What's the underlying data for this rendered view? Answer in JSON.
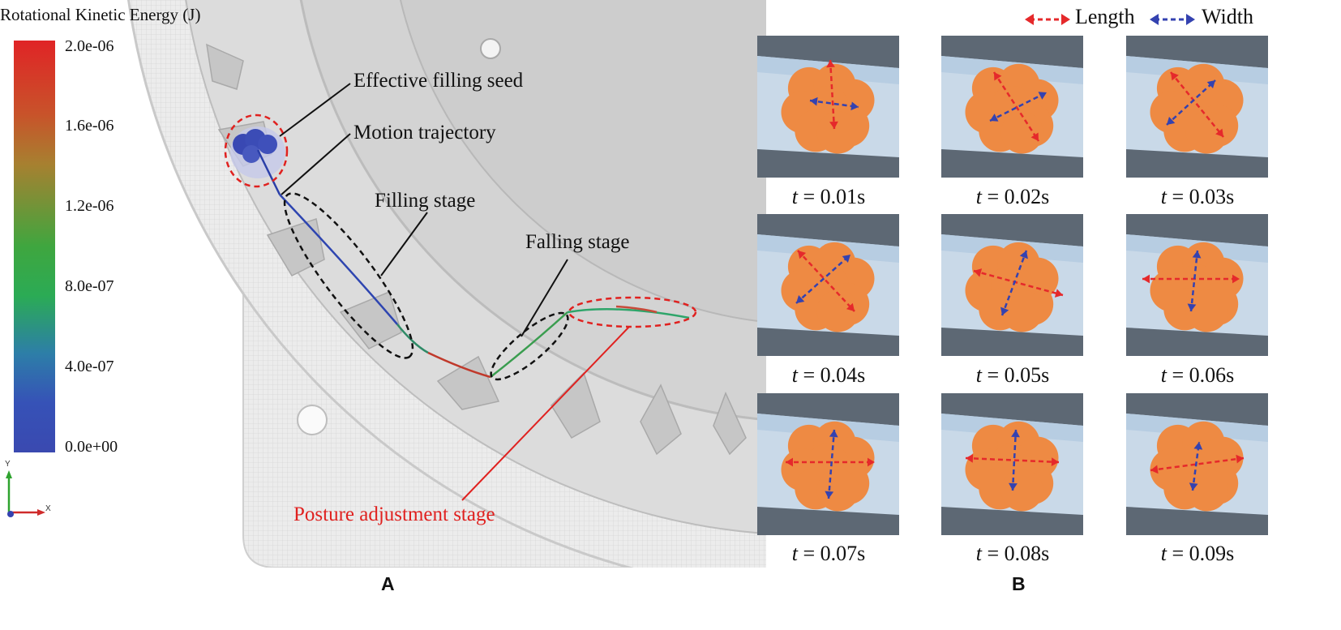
{
  "panel_a": {
    "colorbar": {
      "title": "Rotational Kinetic Energy (J)",
      "ticks": [
        "2.0e-06",
        "1.6e-06",
        "1.2e-06",
        "8.0e-07",
        "4.0e-07",
        "0.0e+00"
      ],
      "colors": [
        "#e02426",
        "#a78030",
        "#3fa63f",
        "#2d7ea8",
        "#3a49b0"
      ]
    },
    "annotations": {
      "effective_seed": "Effective filling seed",
      "motion_trajectory": "Motion trajectory",
      "filling_stage": "Filling stage",
      "falling_stage": "Falling stage",
      "posture_stage": "Posture adjustment stage"
    },
    "axes": {
      "y": "Y",
      "x": "X"
    },
    "letter": "A"
  },
  "panel_b": {
    "legend": {
      "length": "Length",
      "width": "Width",
      "length_color": "#e5292b",
      "width_color": "#3442b0"
    },
    "frames": [
      {
        "t_label": "t",
        "t_value": " = 0.01s"
      },
      {
        "t_label": "t",
        "t_value": " = 0.02s"
      },
      {
        "t_label": "t",
        "t_value": " = 0.03s"
      },
      {
        "t_label": "t",
        "t_value": " = 0.04s"
      },
      {
        "t_label": "t",
        "t_value": " = 0.05s"
      },
      {
        "t_label": "t",
        "t_value": " = 0.06s"
      },
      {
        "t_label": "t",
        "t_value": " = 0.07s"
      },
      {
        "t_label": "t",
        "t_value": " = 0.08s"
      },
      {
        "t_label": "t",
        "t_value": " = 0.09s"
      }
    ],
    "seed_color": "#ee8a43",
    "letter": "B"
  }
}
